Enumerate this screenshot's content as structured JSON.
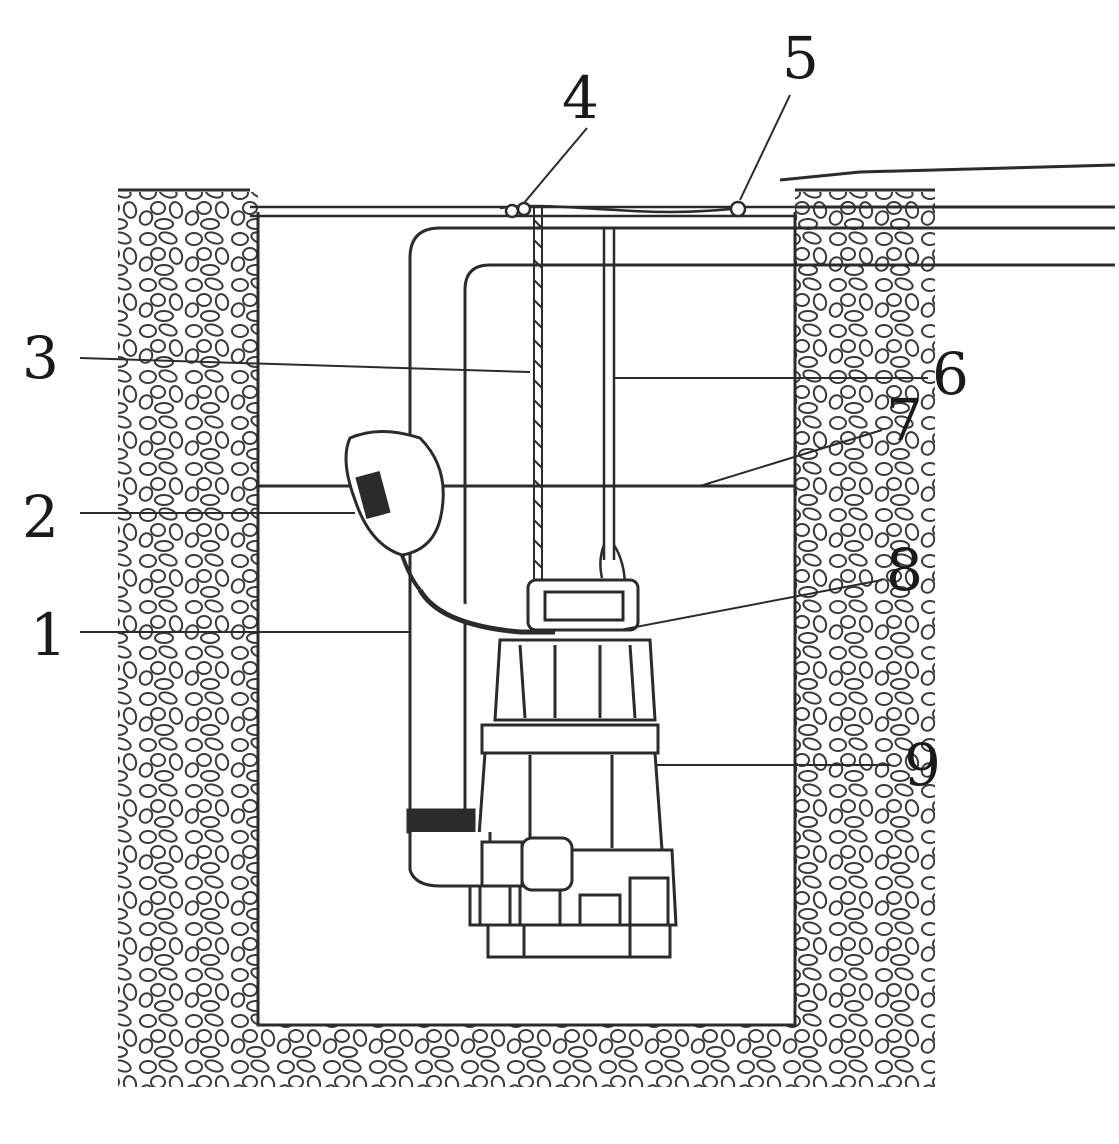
{
  "callouts": [
    {
      "id": "1",
      "label": "1"
    },
    {
      "id": "2",
      "label": "2"
    },
    {
      "id": "3",
      "label": "3"
    },
    {
      "id": "4",
      "label": "4"
    },
    {
      "id": "5",
      "label": "5"
    },
    {
      "id": "6",
      "label": "6"
    },
    {
      "id": "7",
      "label": "7"
    },
    {
      "id": "8",
      "label": "8"
    },
    {
      "id": "9",
      "label": "9"
    }
  ],
  "colors": {
    "line": "#2b2b2b",
    "background": "#ffffff",
    "stone": "#3a3a3a"
  },
  "icons": {
    "gravel": "gravel-wall",
    "pump": "submersible-pump-icon",
    "float": "float-switch-icon"
  }
}
